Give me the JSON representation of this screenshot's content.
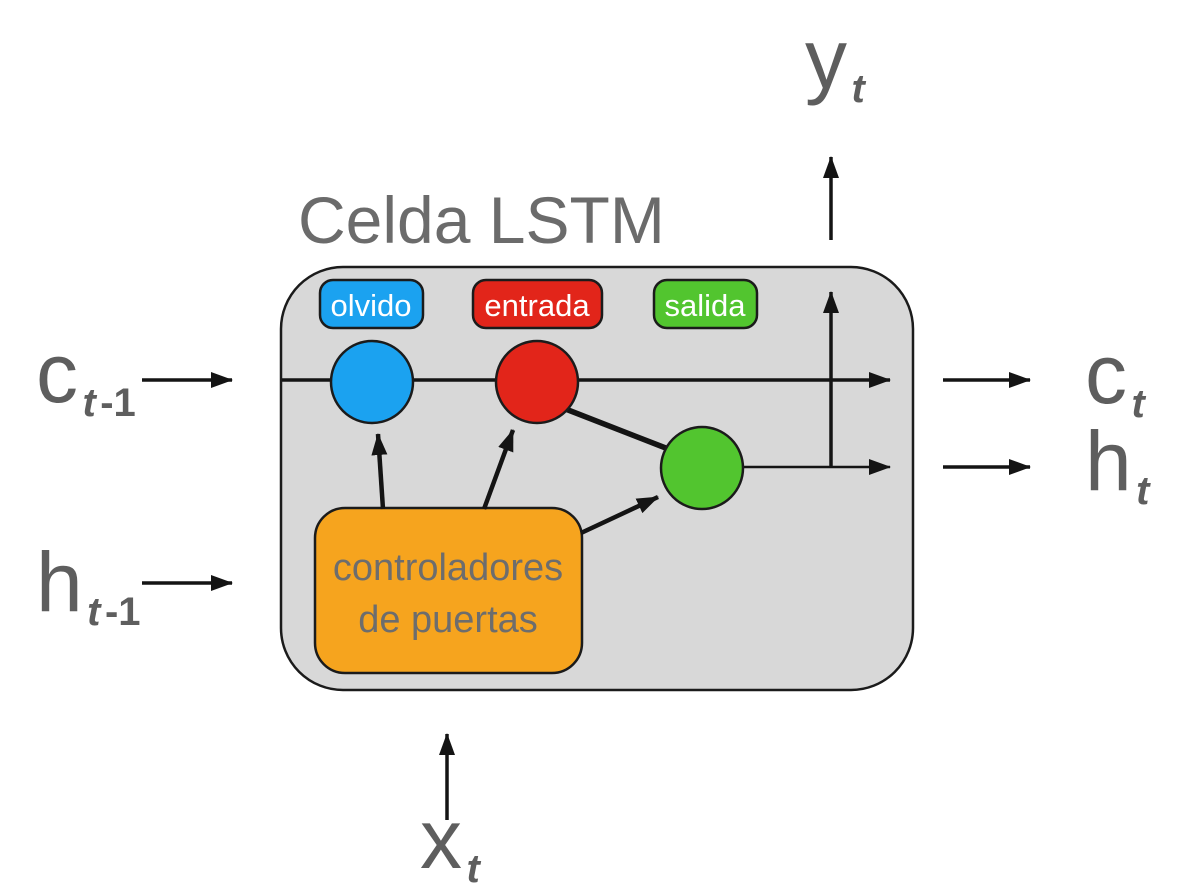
{
  "title": "Celda LSTM",
  "colors": {
    "cell_fill": "#d8d8d8",
    "outline": "#1b1b1b",
    "blue": "#1ba2f0",
    "red": "#e2251a",
    "green": "#52c52f",
    "orange": "#f6a41e",
    "text_gray": "#6b6b6b"
  },
  "gates": {
    "forget": {
      "label": "olvido"
    },
    "input": {
      "label": "entrada"
    },
    "output": {
      "label": "salida"
    }
  },
  "controller": {
    "line1": "controladores",
    "line2": "de puertas"
  },
  "io": {
    "cell_state_in": {
      "main": "c",
      "sub": "t",
      "tail": "-1"
    },
    "hidden_state_in": {
      "main": "h",
      "sub": "t",
      "tail": "-1"
    },
    "input_x": {
      "main": "x",
      "sub": "t"
    },
    "output_y": {
      "main": "y",
      "sub": "t"
    },
    "cell_state_out": {
      "main": "c",
      "sub": "t"
    },
    "hidden_state_out": {
      "main": "h",
      "sub": "t"
    }
  }
}
